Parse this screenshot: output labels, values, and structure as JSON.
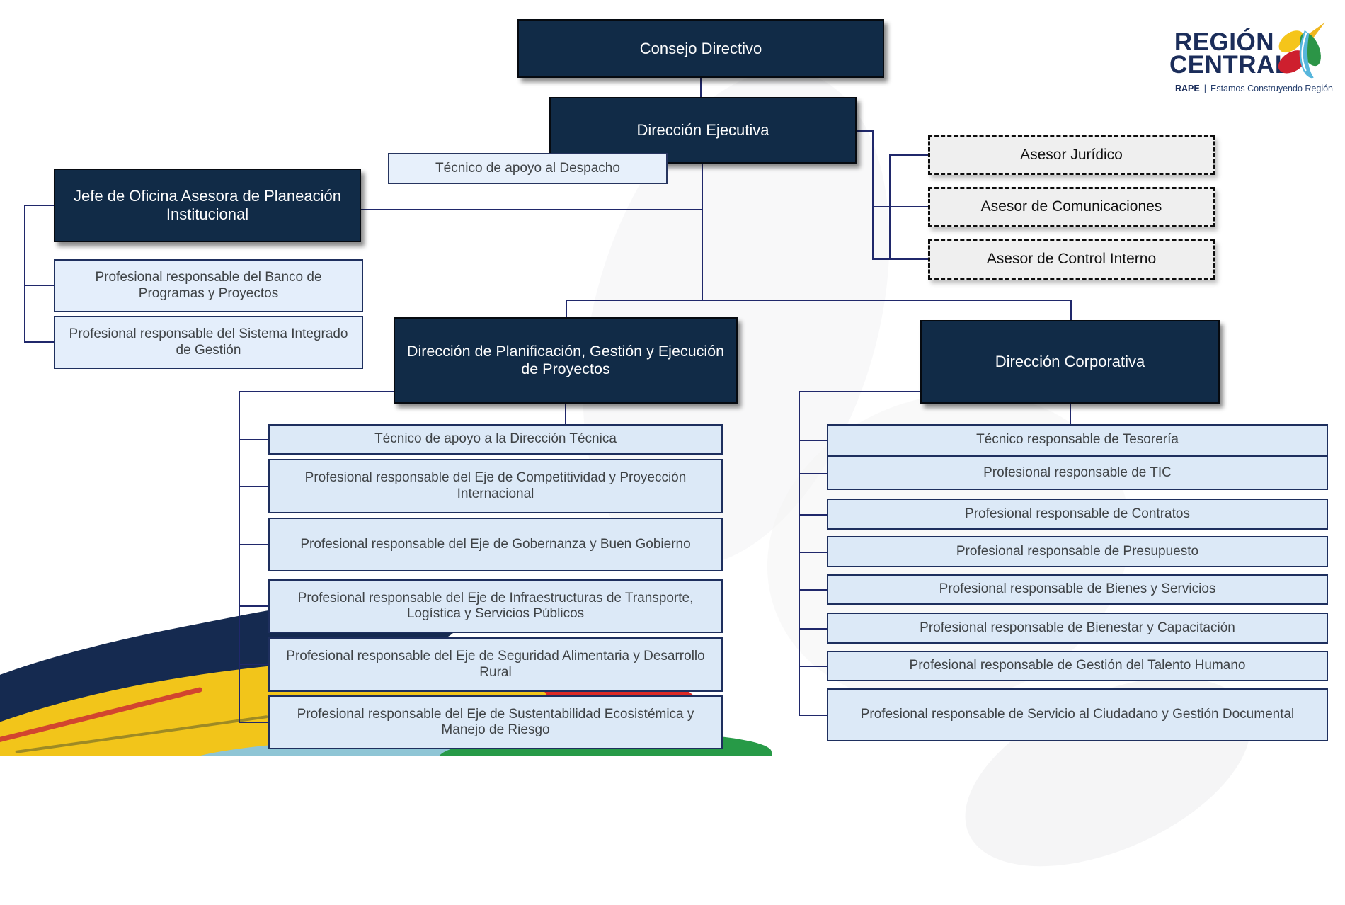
{
  "logo": {
    "name_line1": "REGIÓN",
    "name_line2": "CENTRAL",
    "tagline_brand": "RAPE",
    "tagline_sep": "|",
    "tagline_text": "Estamos Construyendo Región"
  },
  "org": {
    "consejo": "Consejo Directivo",
    "ejecutiva": "Dirección Ejecutiva",
    "tecnico_despacho": "Técnico de apoyo al Despacho",
    "asesores": [
      "Asesor Jurídico",
      "Asesor de Comunicaciones",
      "Asesor de Control Interno"
    ],
    "planeacion": {
      "jefe": "Jefe de Oficina Asesora de Planeación Institucional",
      "children": [
        "Profesional responsable del Banco de Programas y Proyectos",
        "Profesional responsable del Sistema Integrado de Gestión"
      ]
    },
    "planificacion": {
      "label": "Dirección de Planificación, Gestión y Ejecución de Proyectos",
      "children": [
        "Técnico de apoyo a la Dirección Técnica",
        "Profesional responsable del Eje de Competitividad y Proyección Internacional",
        "Profesional responsable del Eje de Gobernanza y Buen Gobierno",
        "Profesional responsable del Eje de Infraestructuras de Transporte, Logística y Servicios Públicos",
        "Profesional responsable del Eje de Seguridad Alimentaria y Desarrollo Rural",
        "Profesional responsable del Eje de Sustentabilidad Ecosistémica y Manejo de Riesgo"
      ]
    },
    "corporativa": {
      "label": "Dirección Corporativa",
      "children": [
        "Técnico responsable de Tesorería",
        "Profesional responsable de TIC",
        "Profesional responsable de Contratos",
        "Profesional responsable de Presupuesto",
        "Profesional responsable de Bienes y Servicios",
        "Profesional responsable de Bienestar y Capacitación",
        "Profesional responsable de Gestión del Talento Humano",
        "Profesional responsable de Servicio al Ciudadano y Gestión Documental"
      ]
    }
  },
  "colors": {
    "dark_box": "#112b47",
    "light_box": "#dce9f7",
    "connector": "#20286b",
    "asesor_box": "#efefef",
    "logo_navy": "#1b2d5a",
    "paint_navy": "#152a50",
    "paint_yellow": "#f2c51a",
    "paint_red": "#dd2925",
    "paint_teal": "#8fc5d5",
    "paint_green": "#279a47"
  }
}
